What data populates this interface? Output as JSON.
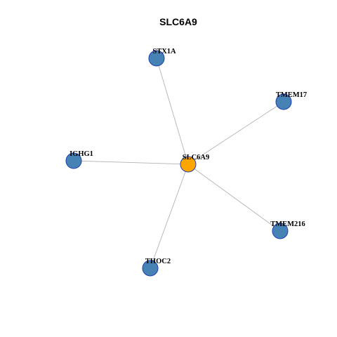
{
  "title": "SLC6A9",
  "colors": {
    "hub_fill": "#ffa500",
    "neighbor_fill": "#4682b4",
    "node_border": "#1f3fb4",
    "edge": "#b3b3b3"
  },
  "nodes": [
    {
      "id": "SLC6A9",
      "label": "SLC6A9",
      "role": "hub"
    },
    {
      "id": "STX1A",
      "label": "STX1A",
      "role": "neighbor"
    },
    {
      "id": "TMEM17",
      "label": "TMEM17",
      "role": "neighbor"
    },
    {
      "id": "IGHG1",
      "label": "IGHG1",
      "role": "neighbor"
    },
    {
      "id": "TMEM216",
      "label": "TMEM216",
      "role": "neighbor"
    },
    {
      "id": "THOC2",
      "label": "THOC2",
      "role": "neighbor"
    }
  ],
  "edges": [
    {
      "source": "SLC6A9",
      "target": "STX1A"
    },
    {
      "source": "SLC6A9",
      "target": "TMEM17"
    },
    {
      "source": "SLC6A9",
      "target": "IGHG1"
    },
    {
      "source": "SLC6A9",
      "target": "TMEM216"
    },
    {
      "source": "SLC6A9",
      "target": "THOC2"
    }
  ]
}
